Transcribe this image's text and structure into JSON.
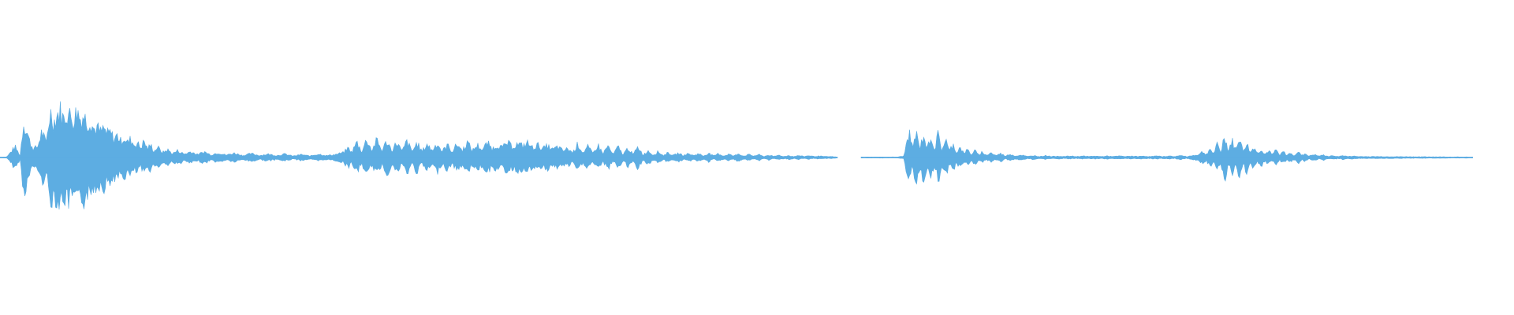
{
  "waveform": {
    "color": "#5DADE2",
    "background": "#ffffff",
    "clips": [
      {
        "name": "clip-1",
        "envelope": [
          [
            0.0,
            0.01
          ],
          [
            0.008,
            0.01
          ],
          [
            0.018,
            0.22
          ],
          [
            0.024,
            0.04
          ],
          [
            0.028,
            0.72
          ],
          [
            0.032,
            0.55
          ],
          [
            0.036,
            0.3
          ],
          [
            0.04,
            0.18
          ],
          [
            0.045,
            0.22
          ],
          [
            0.05,
            0.55
          ],
          [
            0.055,
            0.28
          ],
          [
            0.06,
            0.96
          ],
          [
            0.064,
            0.72
          ],
          [
            0.068,
            0.88
          ],
          [
            0.072,
            0.96
          ],
          [
            0.076,
            0.78
          ],
          [
            0.08,
            0.95
          ],
          [
            0.084,
            0.85
          ],
          [
            0.088,
            0.78
          ],
          [
            0.092,
            0.98
          ],
          [
            0.096,
            0.8
          ],
          [
            0.1,
            0.88
          ],
          [
            0.104,
            0.72
          ],
          [
            0.108,
            0.78
          ],
          [
            0.112,
            0.58
          ],
          [
            0.116,
            0.62
          ],
          [
            0.12,
            0.52
          ],
          [
            0.124,
            0.6
          ],
          [
            0.128,
            0.48
          ],
          [
            0.132,
            0.52
          ],
          [
            0.136,
            0.38
          ],
          [
            0.14,
            0.46
          ],
          [
            0.144,
            0.34
          ],
          [
            0.148,
            0.42
          ],
          [
            0.152,
            0.3
          ],
          [
            0.156,
            0.38
          ],
          [
            0.16,
            0.26
          ],
          [
            0.164,
            0.3
          ],
          [
            0.168,
            0.2
          ],
          [
            0.172,
            0.34
          ],
          [
            0.176,
            0.18
          ],
          [
            0.18,
            0.26
          ],
          [
            0.184,
            0.12
          ],
          [
            0.188,
            0.22
          ],
          [
            0.194,
            0.1
          ],
          [
            0.2,
            0.16
          ],
          [
            0.206,
            0.08
          ],
          [
            0.212,
            0.14
          ],
          [
            0.22,
            0.07
          ],
          [
            0.228,
            0.12
          ],
          [
            0.236,
            0.06
          ],
          [
            0.244,
            0.12
          ],
          [
            0.252,
            0.05
          ],
          [
            0.26,
            0.1
          ],
          [
            0.27,
            0.05
          ],
          [
            0.28,
            0.09
          ],
          [
            0.29,
            0.04
          ],
          [
            0.3,
            0.08
          ],
          [
            0.31,
            0.04
          ],
          [
            0.32,
            0.07
          ],
          [
            0.33,
            0.04
          ],
          [
            0.34,
            0.07
          ],
          [
            0.35,
            0.03
          ],
          [
            0.36,
            0.06
          ],
          [
            0.37,
            0.03
          ],
          [
            0.38,
            0.07
          ],
          [
            0.39,
            0.04
          ],
          [
            0.4,
            0.06
          ],
          [
            0.41,
            0.1
          ],
          [
            0.416,
            0.2
          ],
          [
            0.42,
            0.1
          ],
          [
            0.426,
            0.32
          ],
          [
            0.432,
            0.12
          ],
          [
            0.438,
            0.38
          ],
          [
            0.444,
            0.14
          ],
          [
            0.45,
            0.36
          ],
          [
            0.456,
            0.14
          ],
          [
            0.462,
            0.34
          ],
          [
            0.468,
            0.14
          ],
          [
            0.474,
            0.32
          ],
          [
            0.48,
            0.12
          ],
          [
            0.486,
            0.34
          ],
          [
            0.492,
            0.12
          ],
          [
            0.498,
            0.3
          ],
          [
            0.504,
            0.12
          ],
          [
            0.51,
            0.28
          ],
          [
            0.516,
            0.14
          ],
          [
            0.522,
            0.3
          ],
          [
            0.528,
            0.12
          ],
          [
            0.534,
            0.26
          ],
          [
            0.54,
            0.12
          ],
          [
            0.546,
            0.28
          ],
          [
            0.552,
            0.14
          ],
          [
            0.558,
            0.32
          ],
          [
            0.564,
            0.14
          ],
          [
            0.57,
            0.26
          ],
          [
            0.576,
            0.16
          ],
          [
            0.582,
            0.3
          ],
          [
            0.588,
            0.18
          ],
          [
            0.594,
            0.26
          ],
          [
            0.6,
            0.2
          ],
          [
            0.606,
            0.3
          ],
          [
            0.612,
            0.22
          ],
          [
            0.618,
            0.28
          ],
          [
            0.624,
            0.24
          ],
          [
            0.63,
            0.3
          ],
          [
            0.636,
            0.2
          ],
          [
            0.642,
            0.26
          ],
          [
            0.648,
            0.18
          ],
          [
            0.654,
            0.24
          ],
          [
            0.66,
            0.16
          ],
          [
            0.666,
            0.22
          ],
          [
            0.672,
            0.14
          ],
          [
            0.678,
            0.18
          ],
          [
            0.684,
            0.1
          ],
          [
            0.69,
            0.28
          ],
          [
            0.696,
            0.1
          ],
          [
            0.702,
            0.22
          ],
          [
            0.708,
            0.08
          ],
          [
            0.714,
            0.26
          ],
          [
            0.72,
            0.08
          ],
          [
            0.726,
            0.24
          ],
          [
            0.732,
            0.06
          ],
          [
            0.738,
            0.22
          ],
          [
            0.744,
            0.06
          ],
          [
            0.75,
            0.2
          ],
          [
            0.756,
            0.06
          ],
          [
            0.762,
            0.22
          ],
          [
            0.768,
            0.05
          ],
          [
            0.774,
            0.14
          ],
          [
            0.78,
            0.05
          ],
          [
            0.786,
            0.12
          ],
          [
            0.792,
            0.04
          ],
          [
            0.798,
            0.1
          ],
          [
            0.804,
            0.04
          ],
          [
            0.81,
            0.09
          ],
          [
            0.816,
            0.04
          ],
          [
            0.822,
            0.08
          ],
          [
            0.828,
            0.04
          ],
          [
            0.834,
            0.08
          ],
          [
            0.84,
            0.03
          ],
          [
            0.846,
            0.09
          ],
          [
            0.852,
            0.03
          ],
          [
            0.858,
            0.08
          ],
          [
            0.864,
            0.03
          ],
          [
            0.87,
            0.07
          ],
          [
            0.876,
            0.03
          ],
          [
            0.882,
            0.08
          ],
          [
            0.888,
            0.03
          ],
          [
            0.894,
            0.06
          ],
          [
            0.9,
            0.03
          ],
          [
            0.906,
            0.06
          ],
          [
            0.912,
            0.02
          ],
          [
            0.918,
            0.05
          ],
          [
            0.924,
            0.02
          ],
          [
            0.93,
            0.05
          ],
          [
            0.936,
            0.02
          ],
          [
            0.942,
            0.04
          ],
          [
            0.948,
            0.02
          ],
          [
            0.954,
            0.04
          ],
          [
            0.96,
            0.02
          ],
          [
            0.966,
            0.04
          ],
          [
            0.972,
            0.02
          ],
          [
            0.978,
            0.03
          ],
          [
            0.984,
            0.02
          ],
          [
            0.992,
            0.02
          ],
          [
            1.0,
            0.01
          ]
        ]
      },
      {
        "name": "clip-2",
        "envelope": [
          [
            0.0,
            0.01
          ],
          [
            0.06,
            0.01
          ],
          [
            0.07,
            0.03
          ],
          [
            0.078,
            0.52
          ],
          [
            0.084,
            0.2
          ],
          [
            0.09,
            0.5
          ],
          [
            0.096,
            0.18
          ],
          [
            0.102,
            0.48
          ],
          [
            0.108,
            0.18
          ],
          [
            0.114,
            0.46
          ],
          [
            0.12,
            0.16
          ],
          [
            0.126,
            0.48
          ],
          [
            0.132,
            0.14
          ],
          [
            0.138,
            0.4
          ],
          [
            0.144,
            0.12
          ],
          [
            0.15,
            0.28
          ],
          [
            0.156,
            0.1
          ],
          [
            0.162,
            0.22
          ],
          [
            0.168,
            0.08
          ],
          [
            0.174,
            0.16
          ],
          [
            0.18,
            0.06
          ],
          [
            0.186,
            0.14
          ],
          [
            0.192,
            0.05
          ],
          [
            0.198,
            0.12
          ],
          [
            0.204,
            0.04
          ],
          [
            0.212,
            0.1
          ],
          [
            0.22,
            0.04
          ],
          [
            0.228,
            0.08
          ],
          [
            0.236,
            0.03
          ],
          [
            0.244,
            0.07
          ],
          [
            0.252,
            0.03
          ],
          [
            0.262,
            0.05
          ],
          [
            0.272,
            0.02
          ],
          [
            0.282,
            0.04
          ],
          [
            0.292,
            0.02
          ],
          [
            0.302,
            0.04
          ],
          [
            0.312,
            0.02
          ],
          [
            0.322,
            0.03
          ],
          [
            0.332,
            0.02
          ],
          [
            0.342,
            0.03
          ],
          [
            0.352,
            0.02
          ],
          [
            0.362,
            0.03
          ],
          [
            0.372,
            0.02
          ],
          [
            0.382,
            0.03
          ],
          [
            0.392,
            0.02
          ],
          [
            0.402,
            0.03
          ],
          [
            0.412,
            0.02
          ],
          [
            0.422,
            0.03
          ],
          [
            0.432,
            0.02
          ],
          [
            0.442,
            0.03
          ],
          [
            0.452,
            0.02
          ],
          [
            0.462,
            0.03
          ],
          [
            0.472,
            0.02
          ],
          [
            0.482,
            0.03
          ],
          [
            0.492,
            0.02
          ],
          [
            0.502,
            0.03
          ],
          [
            0.512,
            0.02
          ],
          [
            0.522,
            0.04
          ],
          [
            0.532,
            0.02
          ],
          [
            0.542,
            0.04
          ],
          [
            0.552,
            0.06
          ],
          [
            0.558,
            0.12
          ],
          [
            0.564,
            0.06
          ],
          [
            0.57,
            0.18
          ],
          [
            0.576,
            0.08
          ],
          [
            0.582,
            0.26
          ],
          [
            0.588,
            0.1
          ],
          [
            0.594,
            0.48
          ],
          [
            0.6,
            0.12
          ],
          [
            0.606,
            0.36
          ],
          [
            0.612,
            0.14
          ],
          [
            0.618,
            0.44
          ],
          [
            0.624,
            0.12
          ],
          [
            0.63,
            0.3
          ],
          [
            0.636,
            0.1
          ],
          [
            0.642,
            0.22
          ],
          [
            0.648,
            0.08
          ],
          [
            0.654,
            0.18
          ],
          [
            0.66,
            0.06
          ],
          [
            0.666,
            0.14
          ],
          [
            0.672,
            0.05
          ],
          [
            0.678,
            0.16
          ],
          [
            0.684,
            0.05
          ],
          [
            0.69,
            0.12
          ],
          [
            0.696,
            0.04
          ],
          [
            0.702,
            0.1
          ],
          [
            0.708,
            0.04
          ],
          [
            0.714,
            0.12
          ],
          [
            0.72,
            0.04
          ],
          [
            0.726,
            0.08
          ],
          [
            0.732,
            0.03
          ],
          [
            0.74,
            0.06
          ],
          [
            0.748,
            0.03
          ],
          [
            0.756,
            0.05
          ],
          [
            0.764,
            0.02
          ],
          [
            0.772,
            0.04
          ],
          [
            0.78,
            0.02
          ],
          [
            0.788,
            0.04
          ],
          [
            0.796,
            0.02
          ],
          [
            0.804,
            0.03
          ],
          [
            0.812,
            0.02
          ],
          [
            0.822,
            0.02
          ],
          [
            1.0,
            0.01
          ]
        ]
      }
    ]
  }
}
